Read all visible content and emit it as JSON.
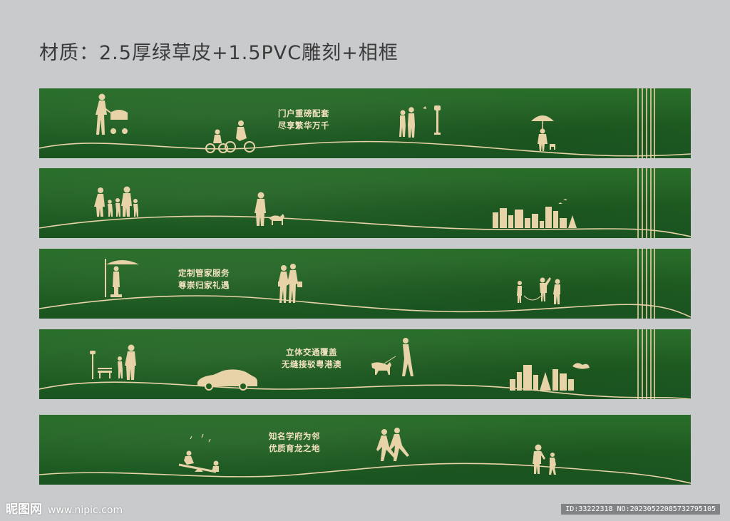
{
  "title": "材质：2.5厚绿草皮+1.5PVC雕刻+相框",
  "colors": {
    "background": "#c8cacc",
    "panel": "#1f5f22",
    "gold": "#e8d3a8"
  },
  "panels": [
    {
      "slogan": [
        "门户重磅配套",
        "尽享繁华万千"
      ],
      "silhouettes": [
        "mother-stroller-icon",
        "cyclists-icon",
        "couple-icon",
        "lamppost-icon",
        "umbrella-child-icon"
      ]
    },
    {
      "slogan": [],
      "silhouettes": [
        "family-walking-icon",
        "man-dog-icon",
        "city-skyline-icon"
      ]
    },
    {
      "slogan": [
        "定制管家服务",
        "尊崇归家礼遇"
      ],
      "silhouettes": [
        "doorman-canopy-icon",
        "shopping-women-icon",
        "children-playing-icon"
      ]
    },
    {
      "slogan": [
        "立体交通覆盖",
        "无缝接驳粤港澳"
      ],
      "silhouettes": [
        "bench-lamp-icon",
        "parent-child-icon",
        "car-icon",
        "dog-walker-icon",
        "city-skyline-icon"
      ]
    },
    {
      "slogan": [
        "知名学府为邻",
        "优质育龙之地"
      ],
      "silhouettes": [
        "seesaw-kids-icon",
        "runners-icon",
        "father-son-icon"
      ]
    }
  ],
  "watermark": {
    "logo": "昵图网",
    "url": "www.nipic.com",
    "id": "ID:33222318 NO:20230522085732795105"
  }
}
